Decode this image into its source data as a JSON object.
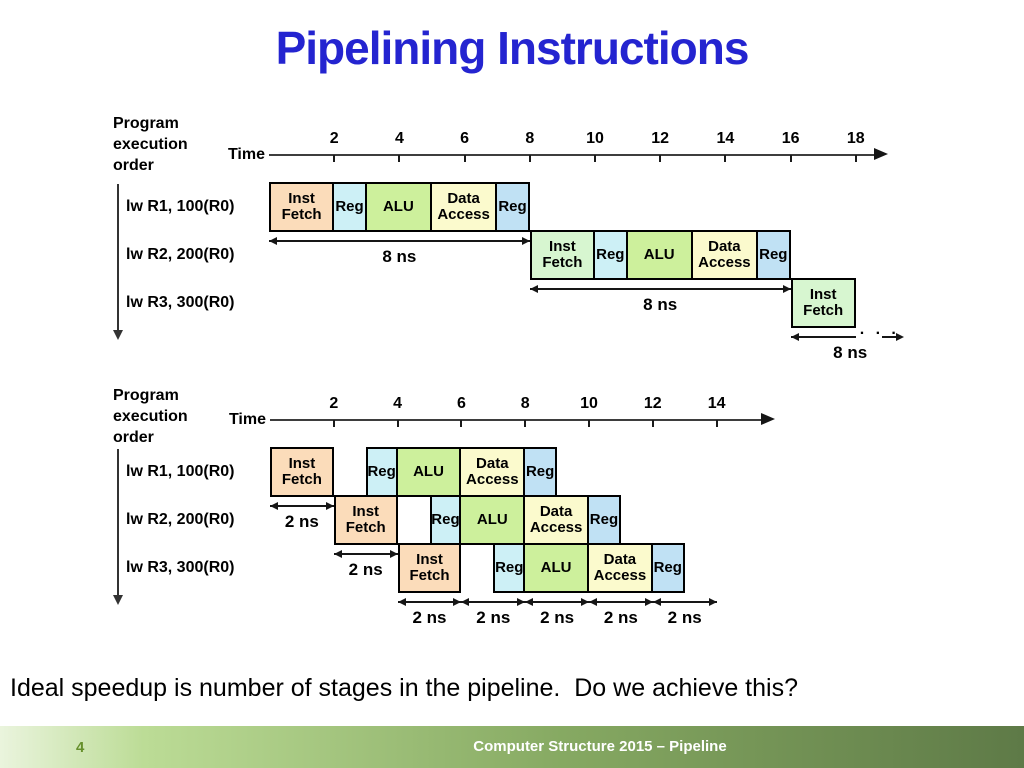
{
  "slide": {
    "title": "Pipelining Instructions",
    "caption": "Ideal speedup is number of stages in the pipeline.  Do we achieve this?",
    "page_number": "4",
    "footer_text": "Computer Structure 2015 – Pipeline"
  },
  "colors": {
    "title_blue": "#2424D0",
    "inst_fetch_peach": "#FBDCBA",
    "inst_fetch_green": "#D7F6D0",
    "reg_read_cyan": "#CDF0F6",
    "alu_green": "#CDF09C",
    "data_access_yellow": "#FBFACD",
    "reg_write_blue": "#C0E1F4",
    "line_dark": "#161616",
    "footer_gradient_left": "#EAF4DD",
    "footer_gradient_mid1": "#BCDC96",
    "footer_gradient_mid2": "#86A962",
    "footer_gradient_right": "#5E7A47",
    "page_number_green": "#66902C"
  },
  "charts": [
    {
      "id": "sequential",
      "program_label": "Program\nexecution\norder",
      "time_label": "Time",
      "time_unit": "ns",
      "ticks": [
        2,
        4,
        6,
        8,
        10,
        12,
        14,
        16,
        18
      ],
      "instructions": [
        "lw R1, 100(R0)",
        "lw R2, 200(R0)",
        "lw R3, 300(R0)"
      ],
      "rows": [
        [
          {
            "label": "Inst\nFetch",
            "t0": 0,
            "t1": 2,
            "color": "inst_fetch_peach"
          },
          {
            "label": "Reg",
            "t0": 2,
            "t1": 3,
            "color": "reg_read_cyan"
          },
          {
            "label": "ALU",
            "t0": 3,
            "t1": 5,
            "color": "alu_green"
          },
          {
            "label": "Data\nAccess",
            "t0": 5,
            "t1": 7,
            "color": "data_access_yellow"
          },
          {
            "label": "Reg",
            "t0": 7,
            "t1": 8,
            "color": "reg_write_blue"
          }
        ],
        [
          {
            "label": "Inst\nFetch",
            "t0": 8,
            "t1": 10,
            "color": "inst_fetch_green"
          },
          {
            "label": "Reg",
            "t0": 10,
            "t1": 11,
            "color": "reg_read_cyan"
          },
          {
            "label": "ALU",
            "t0": 11,
            "t1": 13,
            "color": "alu_green"
          },
          {
            "label": "Data\nAccess",
            "t0": 13,
            "t1": 15,
            "color": "data_access_yellow"
          },
          {
            "label": "Reg",
            "t0": 15,
            "t1": 16,
            "color": "reg_write_blue"
          }
        ],
        [
          {
            "label": "Inst\nFetch",
            "t0": 16,
            "t1": 18,
            "color": "inst_fetch_green"
          }
        ]
      ],
      "duration_arrows": [
        {
          "label": "8 ns",
          "t0": 0,
          "t1": 8,
          "row": 1
        },
        {
          "label": "8 ns",
          "t0": 8,
          "t1": 16,
          "row": 2
        },
        {
          "label": "8 ns",
          "t0": 16,
          "t1": 18,
          "row": 3,
          "dots": true
        }
      ],
      "ellipsis": "· · ·"
    },
    {
      "id": "pipelined",
      "program_label": "Program\nexecution\norder",
      "time_label": "Time",
      "time_unit": "ns",
      "ticks": [
        2,
        4,
        6,
        8,
        10,
        12,
        14
      ],
      "instructions": [
        "lw R1, 100(R0)",
        "lw R2, 200(R0)",
        "lw R3, 300(R0)"
      ],
      "rows": [
        [
          {
            "label": "Inst\nFetch",
            "t0": 0,
            "t1": 2,
            "color": "inst_fetch_peach"
          },
          {
            "label": "Reg",
            "t0": 3,
            "t1": 4,
            "color": "reg_read_cyan"
          },
          {
            "label": "ALU",
            "t0": 4,
            "t1": 6,
            "color": "alu_green"
          },
          {
            "label": "Data\nAccess",
            "t0": 6,
            "t1": 8,
            "color": "data_access_yellow"
          },
          {
            "label": "Reg",
            "t0": 8,
            "t1": 9,
            "color": "reg_write_blue"
          }
        ],
        [
          {
            "label": "Inst\nFetch",
            "t0": 2,
            "t1": 4,
            "color": "inst_fetch_peach"
          },
          {
            "label": "Reg",
            "t0": 5,
            "t1": 6,
            "color": "reg_read_cyan"
          },
          {
            "label": "ALU",
            "t0": 6,
            "t1": 8,
            "color": "alu_green"
          },
          {
            "label": "Data\nAccess",
            "t0": 8,
            "t1": 10,
            "color": "data_access_yellow"
          },
          {
            "label": "Reg",
            "t0": 10,
            "t1": 11,
            "color": "reg_write_blue"
          }
        ],
        [
          {
            "label": "Inst\nFetch",
            "t0": 4,
            "t1": 6,
            "color": "inst_fetch_peach"
          },
          {
            "label": "Reg",
            "t0": 7,
            "t1": 8,
            "color": "reg_read_cyan"
          },
          {
            "label": "ALU",
            "t0": 8,
            "t1": 10,
            "color": "alu_green"
          },
          {
            "label": "Data\nAccess",
            "t0": 10,
            "t1": 12,
            "color": "data_access_yellow"
          },
          {
            "label": "Reg",
            "t0": 12,
            "t1": 13,
            "color": "reg_write_blue"
          }
        ]
      ],
      "duration_arrows": [
        {
          "label": "2 ns",
          "t0": 0,
          "t1": 2,
          "row": 1
        },
        {
          "label": "2 ns",
          "t0": 2,
          "t1": 4,
          "row": 2
        },
        {
          "label": "2 ns",
          "t0": 4,
          "t1": 6,
          "row": 3
        },
        {
          "label": "2 ns",
          "t0": 6,
          "t1": 8,
          "row": 3
        },
        {
          "label": "2 ns",
          "t0": 8,
          "t1": 10,
          "row": 3
        },
        {
          "label": "2 ns",
          "t0": 10,
          "t1": 12,
          "row": 3
        },
        {
          "label": "2 ns",
          "t0": 12,
          "t1": 14,
          "row": 3
        }
      ],
      "ellipsis": ""
    }
  ]
}
